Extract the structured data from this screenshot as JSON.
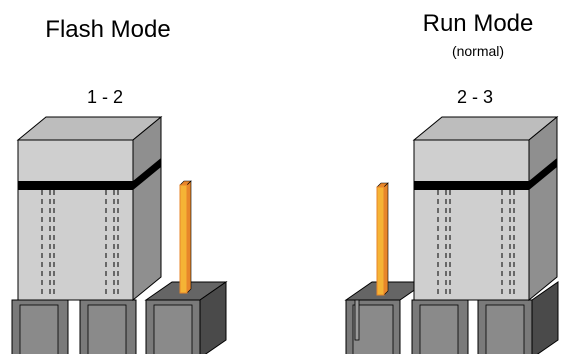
{
  "flash_mode": {
    "title": "Flash Mode",
    "jumper_position": "1 - 2"
  },
  "run_mode": {
    "title": "Run Mode",
    "subtitle": "(normal)",
    "jumper_position": "2 - 3"
  },
  "colors": {
    "jumper_light": "#cfcfcf",
    "jumper_top": "#bdbdbd",
    "jumper_side": "#8f8f8f",
    "header_front": "#7a7a7a",
    "header_top": "#656565",
    "header_dark": "#4a4a4a",
    "pin_fill": "#f5b335",
    "pin_edge": "#e8862a",
    "outline": "#000000"
  }
}
